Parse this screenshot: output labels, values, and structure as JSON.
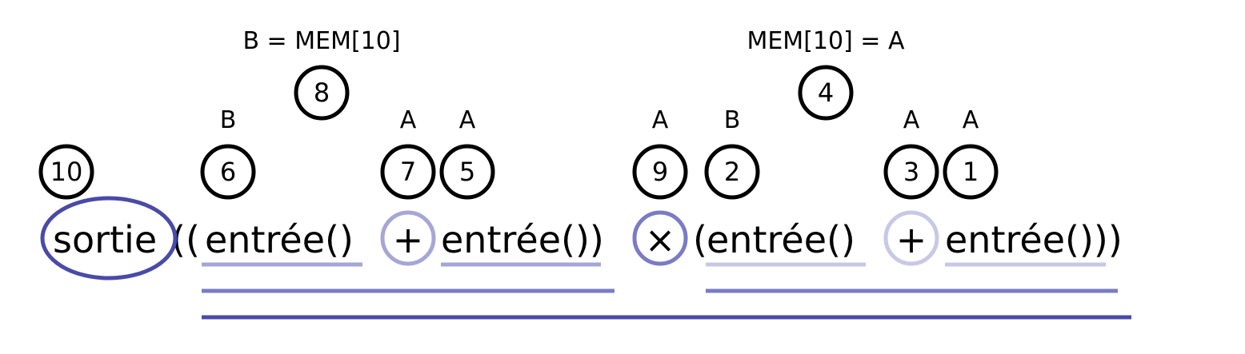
{
  "colors": {
    "level1": "#a6a6d6",
    "level2": "#7b7bc4",
    "level3": "#4a4aa8",
    "outline": "#000000"
  },
  "notes": {
    "left_memory": "B = MEM[10]",
    "right_memory": "MEM[10] = A"
  },
  "registers": [
    "B",
    "A",
    "A",
    "A",
    "B",
    "A",
    "A"
  ],
  "steps": [
    "10",
    "6",
    "8",
    "7",
    "5",
    "9",
    "2",
    "4",
    "3",
    "1"
  ],
  "expression": {
    "output_call": "sortie",
    "open_parens_outer": "((",
    "input_1": "entrée()",
    "op_add_1": "+",
    "input_2": "entrée())",
    "op_mul": "×",
    "open_paren_right": "(",
    "input_3": "entrée()",
    "op_add_2": "+",
    "input_4": "entrée()))"
  }
}
